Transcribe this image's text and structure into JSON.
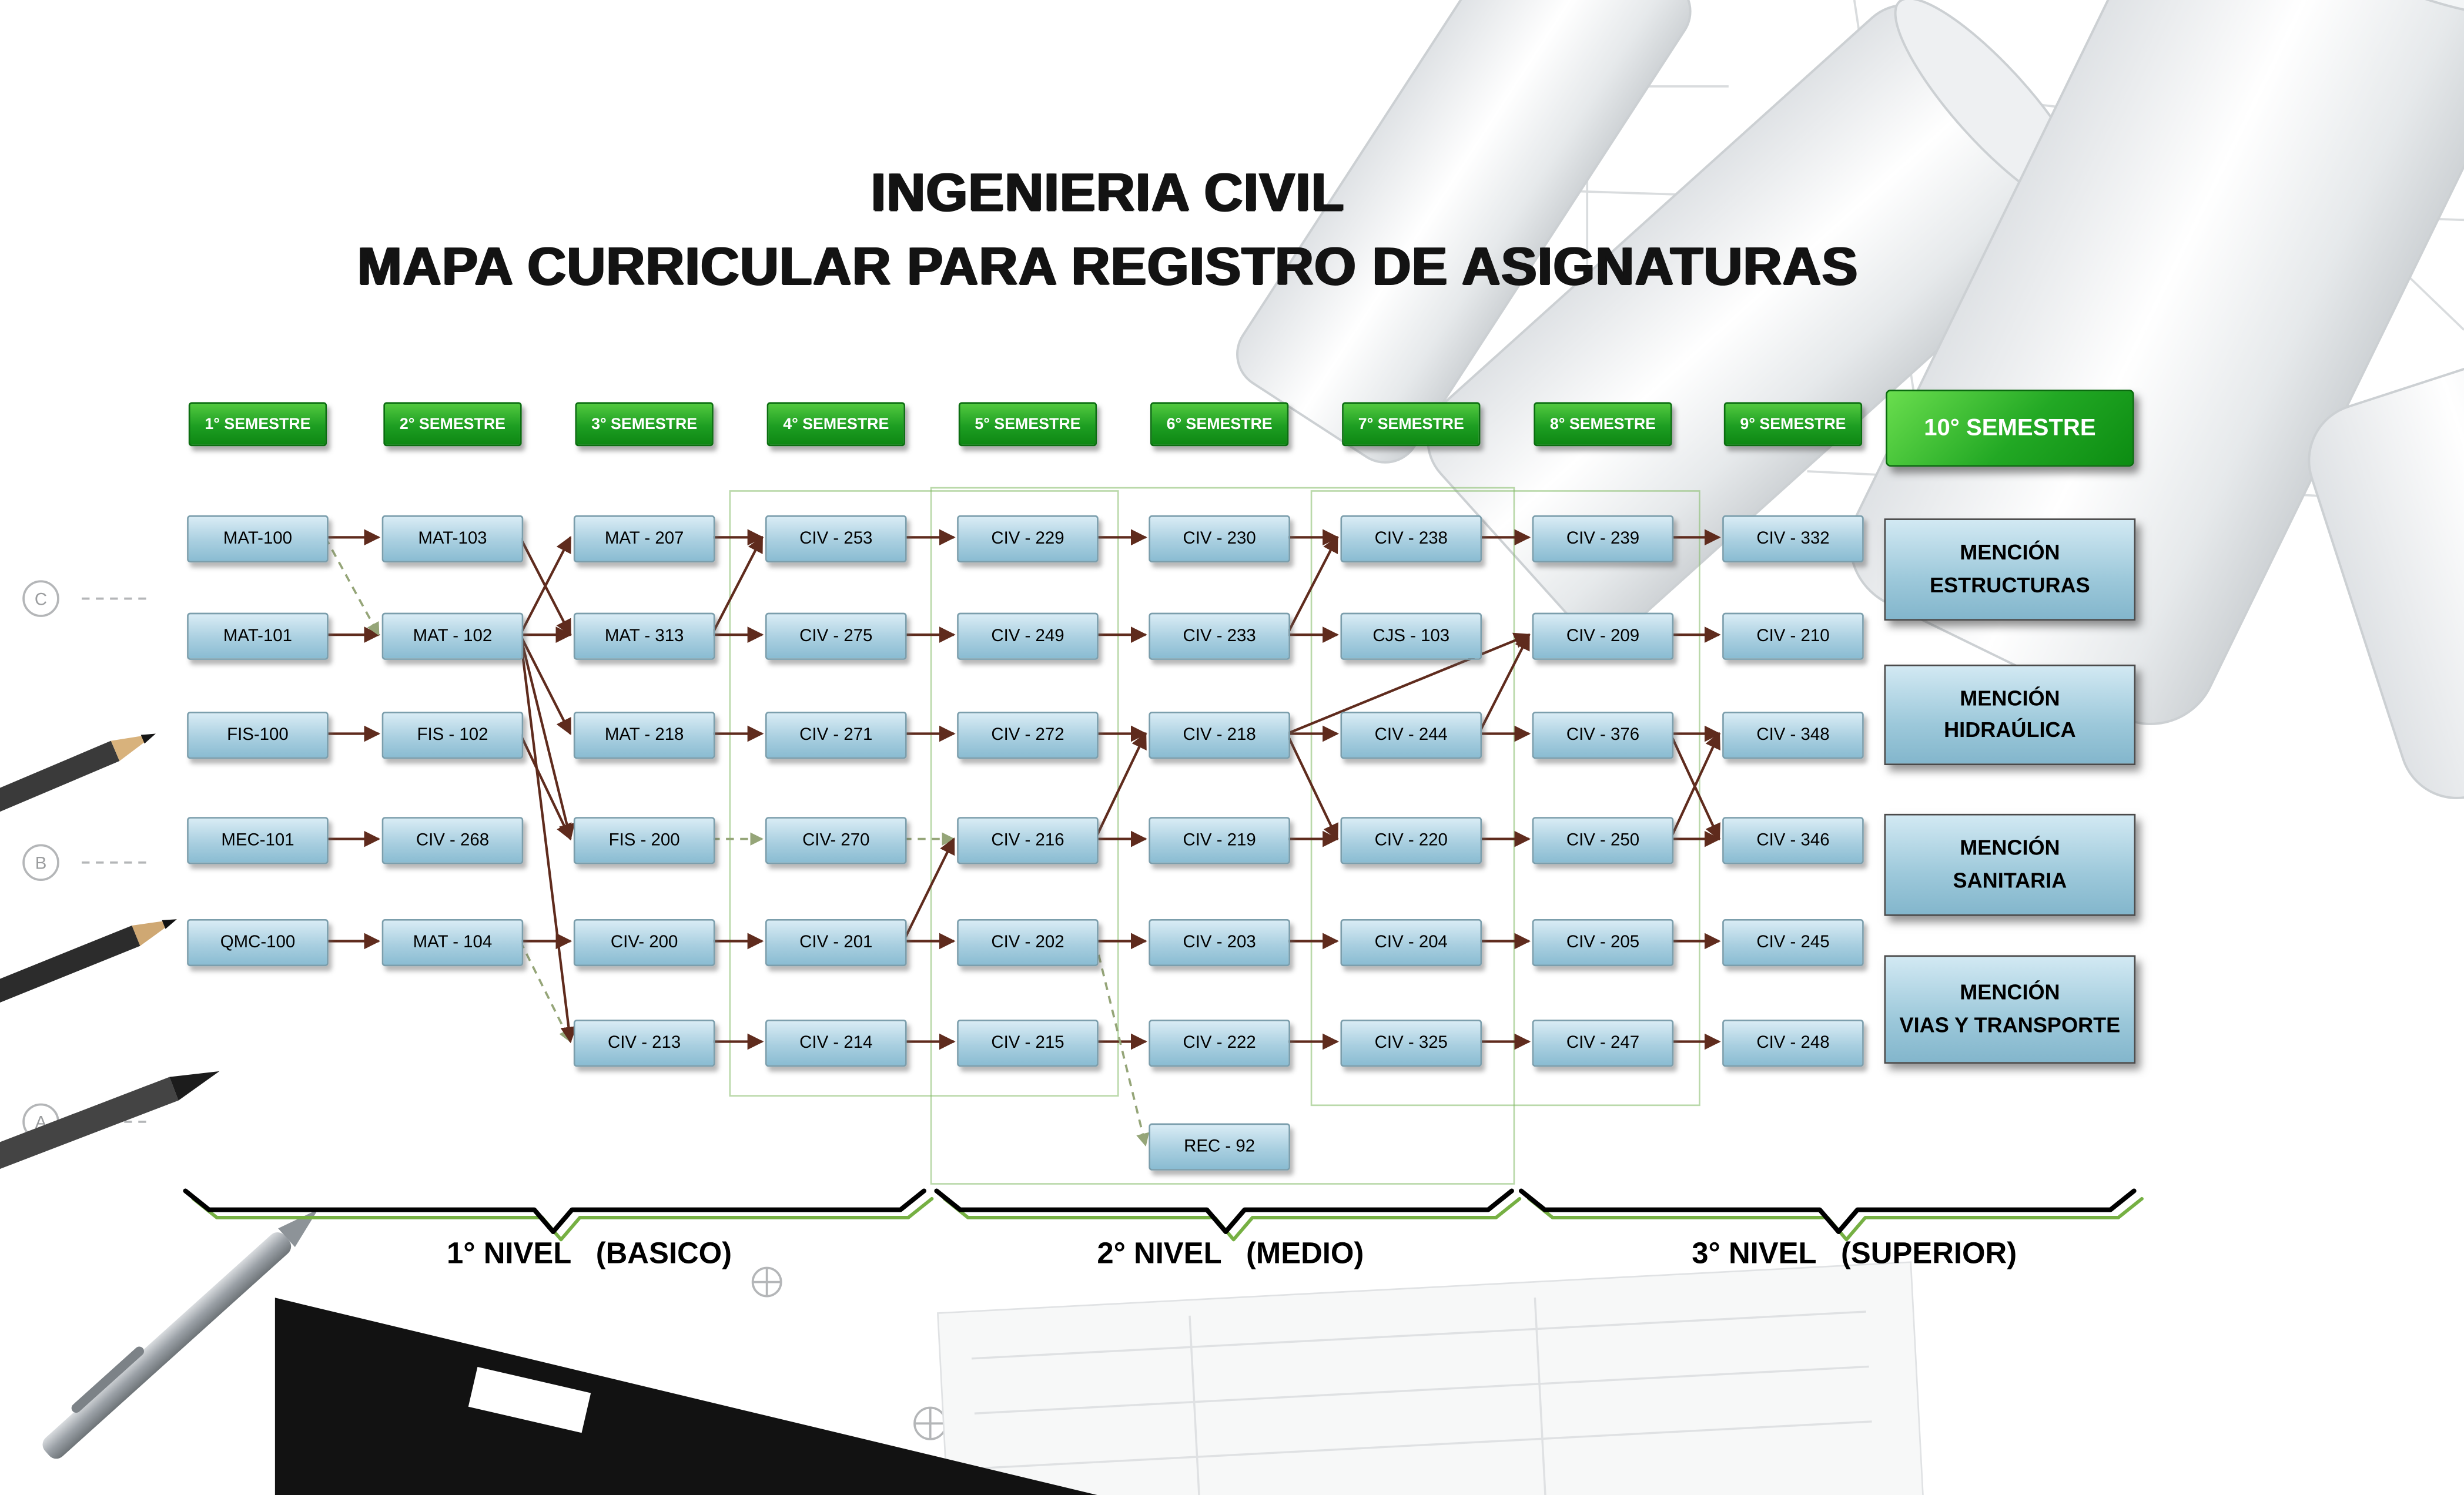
{
  "title": {
    "line1": "INGENIERIA CIVIL",
    "line2": "MAPA CURRICULAR PARA REGISTRO DE ASIGNATURAS"
  },
  "semesters": [
    {
      "label": "1° SEMESTRE"
    },
    {
      "label": "2° SEMESTRE"
    },
    {
      "label": "3° SEMESTRE"
    },
    {
      "label": "4° SEMESTRE"
    },
    {
      "label": "5° SEMESTRE"
    },
    {
      "label": "6° SEMESTRE"
    },
    {
      "label": "7° SEMESTRE"
    },
    {
      "label": "8° SEMESTRE"
    },
    {
      "label": "9° SEMESTRE"
    }
  ],
  "semester10": {
    "label": "10° SEMESTRE"
  },
  "courses": [
    {
      "code": "MAT-100",
      "label": "MAT-100",
      "col": 1,
      "row": 1
    },
    {
      "code": "MAT-101",
      "label": "MAT-101",
      "col": 1,
      "row": 2
    },
    {
      "code": "FIS-100",
      "label": "FIS-100",
      "col": 1,
      "row": 3
    },
    {
      "code": "MEC-101",
      "label": "MEC-101",
      "col": 1,
      "row": 4
    },
    {
      "code": "QMC-100",
      "label": "QMC-100",
      "col": 1,
      "row": 5
    },
    {
      "code": "MAT-103",
      "label": "MAT-103",
      "col": 2,
      "row": 1
    },
    {
      "code": "MAT-102",
      "label": "MAT - 102",
      "col": 2,
      "row": 2
    },
    {
      "code": "FIS-102",
      "label": "FIS - 102",
      "col": 2,
      "row": 3
    },
    {
      "code": "CIV-268",
      "label": "CIV - 268",
      "col": 2,
      "row": 4
    },
    {
      "code": "MAT-104",
      "label": "MAT - 104",
      "col": 2,
      "row": 5
    },
    {
      "code": "MAT-207",
      "label": "MAT - 207",
      "col": 3,
      "row": 1
    },
    {
      "code": "MAT-313",
      "label": "MAT - 313",
      "col": 3,
      "row": 2
    },
    {
      "code": "MAT-218",
      "label": "MAT - 218",
      "col": 3,
      "row": 3
    },
    {
      "code": "FIS-200",
      "label": "FIS - 200",
      "col": 3,
      "row": 4
    },
    {
      "code": "CIV-200",
      "label": "CIV- 200",
      "col": 3,
      "row": 5
    },
    {
      "code": "CIV-213",
      "label": "CIV - 213",
      "col": 3,
      "row": 6
    },
    {
      "code": "CIV-253",
      "label": "CIV - 253",
      "col": 4,
      "row": 1
    },
    {
      "code": "CIV-275",
      "label": "CIV - 275",
      "col": 4,
      "row": 2
    },
    {
      "code": "CIV-271",
      "label": "CIV - 271",
      "col": 4,
      "row": 3
    },
    {
      "code": "CIV-270",
      "label": "CIV- 270",
      "col": 4,
      "row": 4
    },
    {
      "code": "CIV-201",
      "label": "CIV - 201",
      "col": 4,
      "row": 5
    },
    {
      "code": "CIV-214",
      "label": "CIV - 214",
      "col": 4,
      "row": 6
    },
    {
      "code": "CIV-229",
      "label": "CIV - 229",
      "col": 5,
      "row": 1
    },
    {
      "code": "CIV-249",
      "label": "CIV - 249",
      "col": 5,
      "row": 2
    },
    {
      "code": "CIV-272",
      "label": "CIV - 272",
      "col": 5,
      "row": 3
    },
    {
      "code": "CIV-216",
      "label": "CIV - 216",
      "col": 5,
      "row": 4
    },
    {
      "code": "CIV-202",
      "label": "CIV - 202",
      "col": 5,
      "row": 5
    },
    {
      "code": "CIV-215",
      "label": "CIV - 215",
      "col": 5,
      "row": 6
    },
    {
      "code": "CIV-230",
      "label": "CIV - 230",
      "col": 6,
      "row": 1
    },
    {
      "code": "CIV-233",
      "label": "CIV - 233",
      "col": 6,
      "row": 2
    },
    {
      "code": "CIV-218",
      "label": "CIV - 218",
      "col": 6,
      "row": 3
    },
    {
      "code": "CIV-219",
      "label": "CIV - 219",
      "col": 6,
      "row": 4
    },
    {
      "code": "CIV-203",
      "label": "CIV - 203",
      "col": 6,
      "row": 5
    },
    {
      "code": "CIV-222",
      "label": "CIV - 222",
      "col": 6,
      "row": 6
    },
    {
      "code": "REC-92",
      "label": "REC - 92",
      "col": 6,
      "row": 7
    },
    {
      "code": "CIV-238",
      "label": "CIV - 238",
      "col": 7,
      "row": 1
    },
    {
      "code": "CJS-103",
      "label": "CJS - 103",
      "col": 7,
      "row": 2
    },
    {
      "code": "CIV-244",
      "label": "CIV - 244",
      "col": 7,
      "row": 3
    },
    {
      "code": "CIV-220",
      "label": "CIV - 220",
      "col": 7,
      "row": 4
    },
    {
      "code": "CIV-204",
      "label": "CIV - 204",
      "col": 7,
      "row": 5
    },
    {
      "code": "CIV-325",
      "label": "CIV - 325",
      "col": 7,
      "row": 6
    },
    {
      "code": "CIV-239",
      "label": "CIV - 239",
      "col": 8,
      "row": 1
    },
    {
      "code": "CIV-209",
      "label": "CIV - 209",
      "col": 8,
      "row": 2
    },
    {
      "code": "CIV-376",
      "label": "CIV - 376",
      "col": 8,
      "row": 3
    },
    {
      "code": "CIV-250",
      "label": "CIV - 250",
      "col": 8,
      "row": 4
    },
    {
      "code": "CIV-205",
      "label": "CIV - 205",
      "col": 8,
      "row": 5
    },
    {
      "code": "CIV-247",
      "label": "CIV - 247",
      "col": 8,
      "row": 6
    },
    {
      "code": "CIV-332",
      "label": "CIV - 332",
      "col": 9,
      "row": 1
    },
    {
      "code": "CIV-210",
      "label": "CIV - 210",
      "col": 9,
      "row": 2
    },
    {
      "code": "CIV-348",
      "label": "CIV - 348",
      "col": 9,
      "row": 3
    },
    {
      "code": "CIV-346",
      "label": "CIV - 346",
      "col": 9,
      "row": 4
    },
    {
      "code": "CIV-245",
      "label": "CIV - 245",
      "col": 9,
      "row": 5
    },
    {
      "code": "CIV-248",
      "label": "CIV - 248",
      "col": 9,
      "row": 6
    }
  ],
  "menciones": [
    {
      "line1": "MENCIÓN",
      "line2": "ESTRUCTURAS"
    },
    {
      "line1": "MENCIÓN",
      "line2": "HIDRAÚLICA"
    },
    {
      "line1": "MENCIÓN",
      "line2": "SANITARIA"
    },
    {
      "line1": "MENCIÓN",
      "line2": "VIAS Y TRANSPORTE"
    }
  ],
  "levels": [
    {
      "label": "1° NIVEL   (BASICO)"
    },
    {
      "label": "2° NIVEL   (MEDIO)"
    },
    {
      "label": "3° NIVEL   (SUPERIOR)"
    }
  ],
  "edges": [
    {
      "from": "MAT-100",
      "to": "MAT-103"
    },
    {
      "from": "MAT-101",
      "to": "MAT-102"
    },
    {
      "from": "FIS-100",
      "to": "FIS-102"
    },
    {
      "from": "MEC-101",
      "to": "CIV-268"
    },
    {
      "from": "QMC-100",
      "to": "MAT-104"
    },
    {
      "from": "MAT-100",
      "to": "MAT-102",
      "style": "dashed"
    },
    {
      "from": "MAT-103",
      "to": "MAT-313"
    },
    {
      "from": "MAT-102",
      "to": "MAT-207"
    },
    {
      "from": "MAT-102",
      "to": "MAT-313"
    },
    {
      "from": "MAT-102",
      "to": "MAT-218"
    },
    {
      "from": "MAT-102",
      "to": "FIS-200"
    },
    {
      "from": "FIS-102",
      "to": "FIS-200"
    },
    {
      "from": "MAT-104",
      "to": "CIV-200"
    },
    {
      "from": "MAT-104",
      "to": "CIV-213",
      "style": "dashed"
    },
    {
      "from": "MAT-102",
      "to": "CIV-213"
    },
    {
      "from": "MAT-207",
      "to": "CIV-253"
    },
    {
      "from": "MAT-313",
      "to": "CIV-253"
    },
    {
      "from": "MAT-313",
      "to": "CIV-275"
    },
    {
      "from": "MAT-218",
      "to": "CIV-271"
    },
    {
      "from": "FIS-200",
      "to": "CIV-270",
      "style": "dashed"
    },
    {
      "from": "CIV-200",
      "to": "CIV-201"
    },
    {
      "from": "CIV-213",
      "to": "CIV-214"
    },
    {
      "from": "CIV-253",
      "to": "CIV-229"
    },
    {
      "from": "CIV-275",
      "to": "CIV-249"
    },
    {
      "from": "CIV-271",
      "to": "CIV-272"
    },
    {
      "from": "CIV-270",
      "to": "CIV-216",
      "style": "dashed"
    },
    {
      "from": "CIV-201",
      "to": "CIV-202"
    },
    {
      "from": "CIV-214",
      "to": "CIV-215"
    },
    {
      "from": "CIV-201",
      "to": "CIV-216"
    },
    {
      "from": "CIV-229",
      "to": "CIV-230"
    },
    {
      "from": "CIV-249",
      "to": "CIV-233"
    },
    {
      "from": "CIV-272",
      "to": "CIV-218"
    },
    {
      "from": "CIV-216",
      "to": "CIV-219"
    },
    {
      "from": "CIV-216",
      "to": "CIV-218"
    },
    {
      "from": "CIV-202",
      "to": "CIV-203"
    },
    {
      "from": "CIV-215",
      "to": "CIV-222"
    },
    {
      "from": "CIV-202",
      "to": "REC-92",
      "style": "dashed"
    },
    {
      "from": "CIV-230",
      "to": "CIV-238"
    },
    {
      "from": "CIV-233",
      "to": "CIV-238"
    },
    {
      "from": "CIV-233",
      "to": "CJS-103"
    },
    {
      "from": "CIV-218",
      "to": "CIV-244"
    },
    {
      "from": "CIV-218",
      "to": "CIV-220"
    },
    {
      "from": "CIV-219",
      "to": "CIV-220"
    },
    {
      "from": "CIV-203",
      "to": "CIV-204"
    },
    {
      "from": "CIV-222",
      "to": "CIV-325"
    },
    {
      "from": "CIV-238",
      "to": "CIV-239"
    },
    {
      "from": "CIV-244",
      "to": "CIV-209"
    },
    {
      "from": "CIV-244",
      "to": "CIV-376"
    },
    {
      "from": "CIV-218",
      "to": "CIV-209"
    },
    {
      "from": "CIV-220",
      "to": "CIV-250"
    },
    {
      "from": "CIV-204",
      "to": "CIV-205"
    },
    {
      "from": "CIV-325",
      "to": "CIV-247"
    },
    {
      "from": "CIV-239",
      "to": "CIV-332"
    },
    {
      "from": "CIV-209",
      "to": "CIV-210"
    },
    {
      "from": "CIV-376",
      "to": "CIV-348"
    },
    {
      "from": "CIV-250",
      "to": "CIV-346"
    },
    {
      "from": "CIV-376",
      "to": "CIV-346"
    },
    {
      "from": "CIV-250",
      "to": "CIV-348"
    },
    {
      "from": "CIV-205",
      "to": "CIV-245"
    },
    {
      "from": "CIV-247",
      "to": "CIV-248"
    }
  ],
  "colors": {
    "header_green": "#1d9e22",
    "box_blue": "#a9cfe0",
    "arrow": "#5f2b1d",
    "dashed_arrow": "#95a578",
    "brace_green": "#76b043"
  }
}
